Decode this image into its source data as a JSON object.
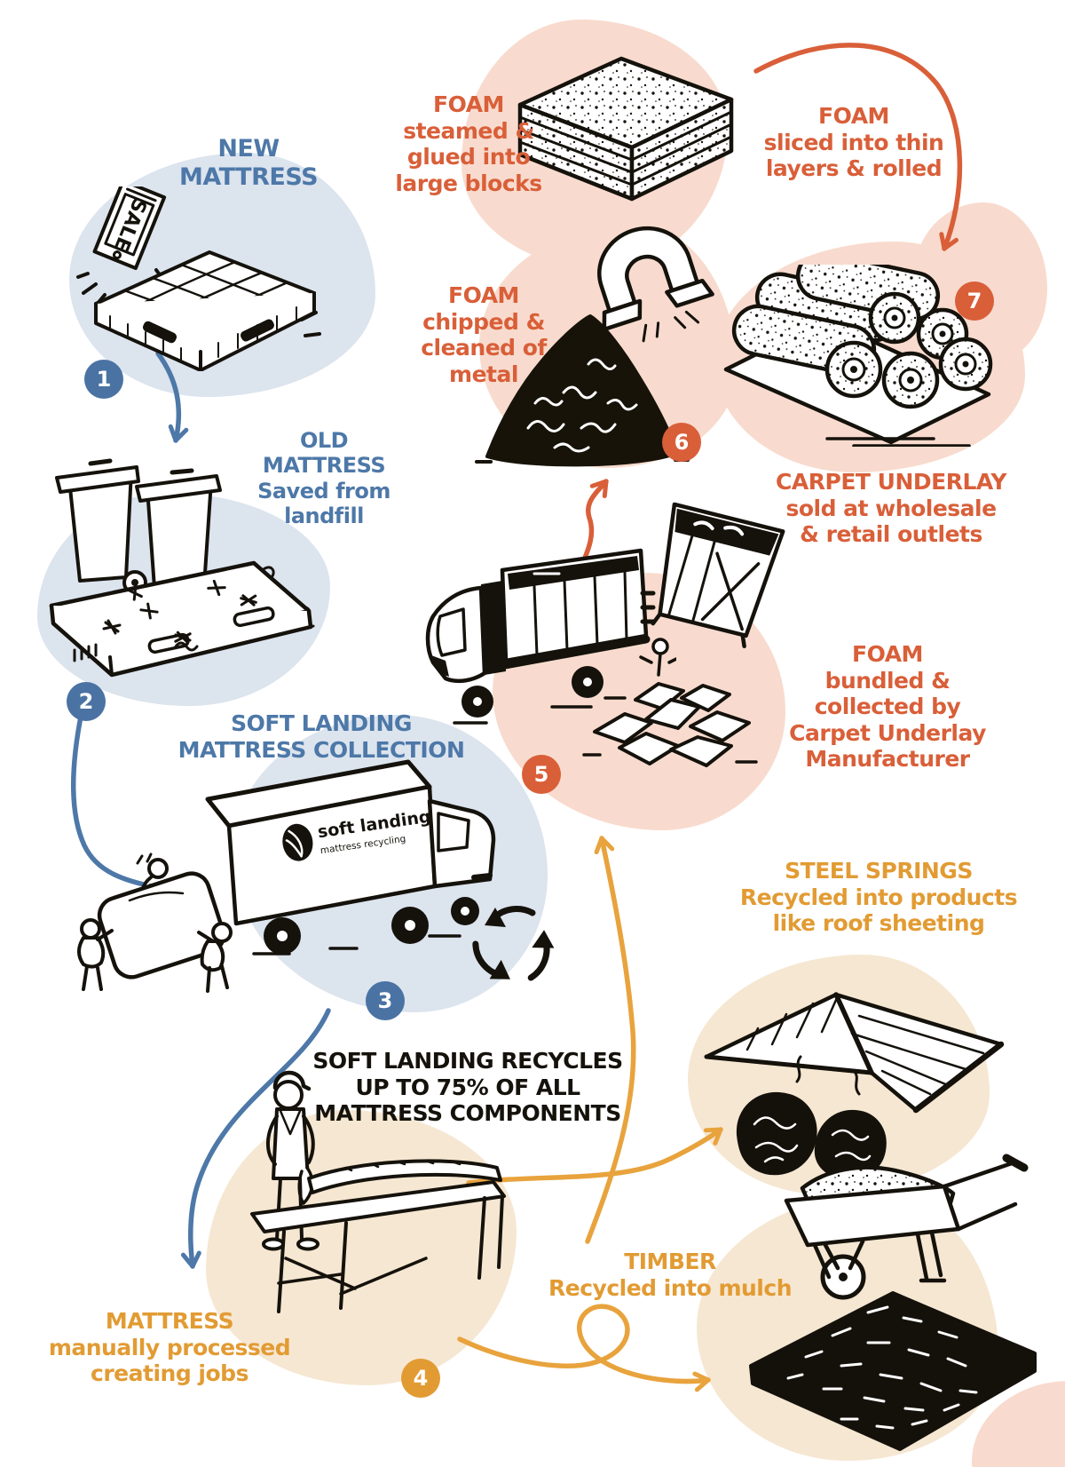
{
  "palette": {
    "blue_text": "#4d78a8",
    "blue_badge": "#4a73a3",
    "orange": "#d95f39",
    "amber": "#e29b33",
    "ink": "#15120c",
    "blob_blue": "#dce4ee",
    "blob_pink": "#f8dbce",
    "blob_peach": "#f6e7d2"
  },
  "steps": [
    {
      "number": "1",
      "label": {
        "lines": [
          "NEW",
          "MATTRESS"
        ]
      }
    },
    {
      "number": "2",
      "label": {
        "lines": [
          "OLD",
          "MATTRESS",
          "Saved from",
          "landfill"
        ]
      }
    },
    {
      "number": "3",
      "label": {
        "lines": [
          "SOFT LANDING",
          "MATTRESS COLLECTION"
        ]
      }
    },
    {
      "number": "4",
      "label": {
        "lines": [
          "MATTRESS",
          "manually processed",
          "creating jobs"
        ]
      }
    },
    {
      "number": "5",
      "label": {
        "lines": [
          "FOAM",
          "bundled &",
          "collected by",
          "Carpet Underlay",
          "Manufacturer"
        ]
      }
    },
    {
      "number": "6",
      "label": {
        "lines": [
          "FOAM",
          "chipped &",
          "cleaned of",
          "metal"
        ]
      }
    },
    {
      "number": "7",
      "label": {
        "lines": [
          "FOAM",
          "sliced into thin",
          "layers & rolled"
        ]
      }
    }
  ],
  "notes": {
    "foam_steamed": {
      "lines": [
        "FOAM",
        "steamed &",
        "glued into",
        "large blocks"
      ]
    },
    "carpet_underlay": {
      "lines": [
        "CARPET UNDERLAY",
        "sold at wholesale",
        "& retail outlets"
      ]
    },
    "recycles_claim": {
      "lines": [
        "SOFT LANDING RECYCLES",
        "UP TO 75% OF ALL",
        "MATTRESS COMPONENTS"
      ]
    },
    "steel_springs": {
      "lines": [
        "STEEL SPRINGS",
        "Recycled into products",
        "like roof sheeting"
      ]
    },
    "timber": {
      "lines": [
        "TIMBER",
        "Recycled into mulch"
      ]
    }
  },
  "truck_logo": {
    "title": "soft landing",
    "subtitle": "mattress recycling"
  },
  "sale_tag": "SALE",
  "icons": [
    "recycle-icon",
    "magnet-icon",
    "sale-tag-icon"
  ]
}
